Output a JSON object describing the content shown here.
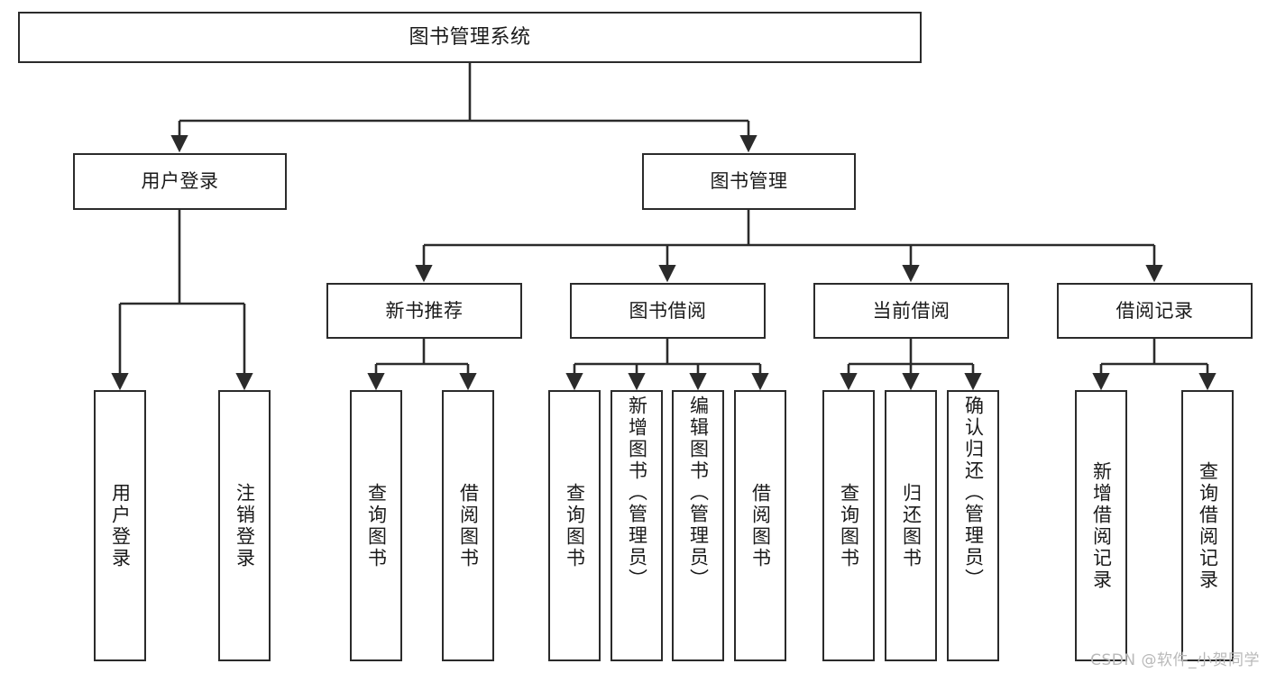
{
  "diagram": {
    "title": "图书管理系统",
    "type": "tree-hierarchy-flowchart",
    "line_color": "#2b2b2b",
    "box_fill": "#ffffff",
    "text_color": "#1a1a1a",
    "watermark": "CSDN @软件_小贺同学",
    "levels": {
      "root": {
        "label": "图书管理系统"
      },
      "modules": [
        {
          "id": "user-login",
          "label": "用户登录"
        },
        {
          "id": "book-manage",
          "label": "图书管理"
        }
      ],
      "submodules": [
        {
          "id": "new-book-recommend",
          "label": "新书推荐",
          "parent": "book-manage"
        },
        {
          "id": "book-borrow",
          "label": "图书借阅",
          "parent": "book-manage"
        },
        {
          "id": "current-borrow",
          "label": "当前借阅",
          "parent": "book-manage"
        },
        {
          "id": "borrow-record",
          "label": "借阅记录",
          "parent": "book-manage"
        }
      ],
      "leaves": [
        {
          "id": "leaf-user-login",
          "label": "用户登录",
          "parent": "user-login"
        },
        {
          "id": "leaf-logout-login",
          "label": "注销登录",
          "parent": "user-login"
        },
        {
          "id": "leaf-query-book-1",
          "label": "查询图书",
          "parent": "new-book-recommend"
        },
        {
          "id": "leaf-borrow-book-1",
          "label": "借阅图书",
          "parent": "new-book-recommend"
        },
        {
          "id": "leaf-query-book-2",
          "label": "查询图书",
          "parent": "book-borrow"
        },
        {
          "id": "leaf-add-book",
          "label": "新增图书（管理员）",
          "parent": "book-borrow"
        },
        {
          "id": "leaf-edit-book",
          "label": "编辑图书（管理员）",
          "parent": "book-borrow"
        },
        {
          "id": "leaf-borrow-book-2",
          "label": "借阅图书",
          "parent": "book-borrow"
        },
        {
          "id": "leaf-query-book-3",
          "label": "查询图书",
          "parent": "current-borrow"
        },
        {
          "id": "leaf-return-book",
          "label": "归还图书",
          "parent": "current-borrow"
        },
        {
          "id": "leaf-confirm-return",
          "label": "确认归还（管理员）",
          "parent": "current-borrow"
        },
        {
          "id": "leaf-add-record",
          "label": "新增借阅记录",
          "parent": "borrow-record"
        },
        {
          "id": "leaf-query-record",
          "label": "查询借阅记录",
          "parent": "borrow-record"
        }
      ]
    }
  }
}
